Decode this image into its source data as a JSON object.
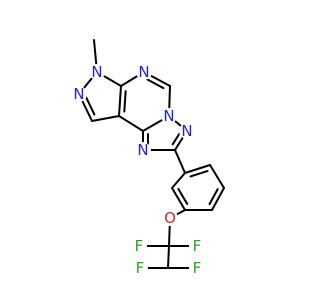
{
  "colors": {
    "background": "#ffffff",
    "bond": "#000000",
    "N": "#2323d6",
    "O": "#e02020",
    "F": "#27a327"
  },
  "atoms": {
    "n7": {
      "label": "N",
      "element": "N"
    },
    "methyl": {
      "label": "",
      "element": "C"
    },
    "n8": {
      "label": "N",
      "element": "N"
    },
    "c9": {
      "label": "",
      "element": "C"
    },
    "c9a": {
      "label": "",
      "element": "C"
    },
    "c9b": {
      "label": "",
      "element": "C"
    },
    "c6a": {
      "label": "",
      "element": "C"
    },
    "n6": {
      "label": "N",
      "element": "N"
    },
    "c5": {
      "label": "",
      "element": "C"
    },
    "n4": {
      "label": "N",
      "element": "N"
    },
    "n3": {
      "label": "N",
      "element": "N"
    },
    "c2": {
      "label": "",
      "element": "C"
    },
    "n1": {
      "label": "N",
      "element": "N"
    },
    "c10a": {
      "label": "",
      "element": "C"
    },
    "ph1": {
      "label": "",
      "element": "C"
    },
    "ph2": {
      "label": "",
      "element": "C"
    },
    "ph3": {
      "label": "",
      "element": "C"
    },
    "ph4": {
      "label": "",
      "element": "C"
    },
    "ph5": {
      "label": "",
      "element": "C"
    },
    "ph6": {
      "label": "",
      "element": "C"
    },
    "o": {
      "label": "O",
      "element": "O"
    },
    "cf2a": {
      "label": "",
      "element": "C"
    },
    "fa1": {
      "label": "F",
      "element": "F"
    },
    "fa2": {
      "label": "F",
      "element": "F"
    },
    "cf2h": {
      "label": "",
      "element": "C"
    },
    "fb1": {
      "label": "F",
      "element": "F"
    },
    "fb2": {
      "label": "F",
      "element": "F"
    }
  },
  "bonds": [
    {
      "from": "n7",
      "to": "methyl",
      "order": 1
    },
    {
      "from": "n7",
      "to": "n8",
      "order": 1
    },
    {
      "from": "n8",
      "to": "c9",
      "order": 2
    },
    {
      "from": "c9",
      "to": "c9a",
      "order": 1
    },
    {
      "from": "c9a",
      "to": "c6a",
      "order": 2
    },
    {
      "from": "c6a",
      "to": "n7",
      "order": 1
    },
    {
      "from": "c6a",
      "to": "n6",
      "order": 1
    },
    {
      "from": "n6",
      "to": "c5",
      "order": 2
    },
    {
      "from": "c5",
      "to": "n4",
      "order": 1
    },
    {
      "from": "n4",
      "to": "c10a",
      "order": 1
    },
    {
      "from": "c10a",
      "to": "c9a",
      "order": 1
    },
    {
      "from": "n4",
      "to": "n3",
      "order": 1
    },
    {
      "from": "n3",
      "to": "c2",
      "order": 2
    },
    {
      "from": "c2",
      "to": "n1",
      "order": 1
    },
    {
      "from": "n1",
      "to": "c10a",
      "order": 2
    },
    {
      "from": "c2",
      "to": "ph1",
      "order": 1
    },
    {
      "from": "ph1",
      "to": "ph2",
      "order": 2
    },
    {
      "from": "ph2",
      "to": "ph3",
      "order": 1
    },
    {
      "from": "ph3",
      "to": "ph4",
      "order": 2
    },
    {
      "from": "ph4",
      "to": "ph5",
      "order": 1
    },
    {
      "from": "ph5",
      "to": "ph6",
      "order": 2
    },
    {
      "from": "ph6",
      "to": "ph1",
      "order": 1
    },
    {
      "from": "ph5",
      "to": "o",
      "order": 1
    },
    {
      "from": "o",
      "to": "cf2a",
      "order": 1
    },
    {
      "from": "cf2a",
      "to": "fa1",
      "order": 1
    },
    {
      "from": "cf2a",
      "to": "fa2",
      "order": 1
    },
    {
      "from": "cf2a",
      "to": "cf2h",
      "order": 1
    },
    {
      "from": "cf2h",
      "to": "fb1",
      "order": 1
    },
    {
      "from": "cf2h",
      "to": "fb2",
      "order": 1
    }
  ]
}
